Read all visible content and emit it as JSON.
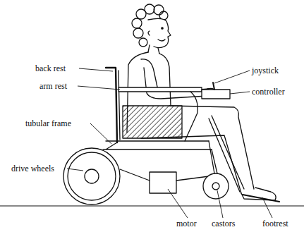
{
  "diagram": {
    "labels": [
      "back rest",
      "joystick",
      "arm rest",
      "controller",
      "tubular frame",
      "drive wheels",
      "motor",
      "castors",
      "footrest"
    ]
  }
}
